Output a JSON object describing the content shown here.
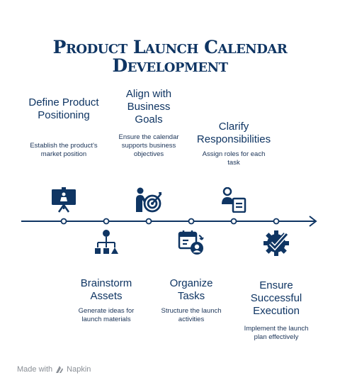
{
  "title_line1": "Product Launch Calendar",
  "title_line2": "Development",
  "steps": [
    {
      "title": "Define Product Positioning",
      "desc": "Establish the product's market position",
      "icon": "presentation-board-icon"
    },
    {
      "title": "Brainstorm Assets",
      "desc": "Generate ideas for launch materials",
      "icon": "hierarchy-diagram-icon"
    },
    {
      "title": "Align with Business Goals",
      "desc": "Ensure the calendar supports business objectives",
      "icon": "target-person-icon"
    },
    {
      "title": "Organize Tasks",
      "desc": "Structure the launch activities",
      "icon": "calendar-person-icon"
    },
    {
      "title": "Clarify Responsibilities",
      "desc": "Assign roles for each task",
      "icon": "person-checklist-icon"
    },
    {
      "title": "Ensure Successful Execution",
      "desc": "Implement the launch plan effectively",
      "icon": "gear-check-icon"
    }
  ],
  "footer": {
    "made_with": "Made with",
    "brand": "Napkin"
  },
  "colors": {
    "primary": "#0f3563"
  }
}
